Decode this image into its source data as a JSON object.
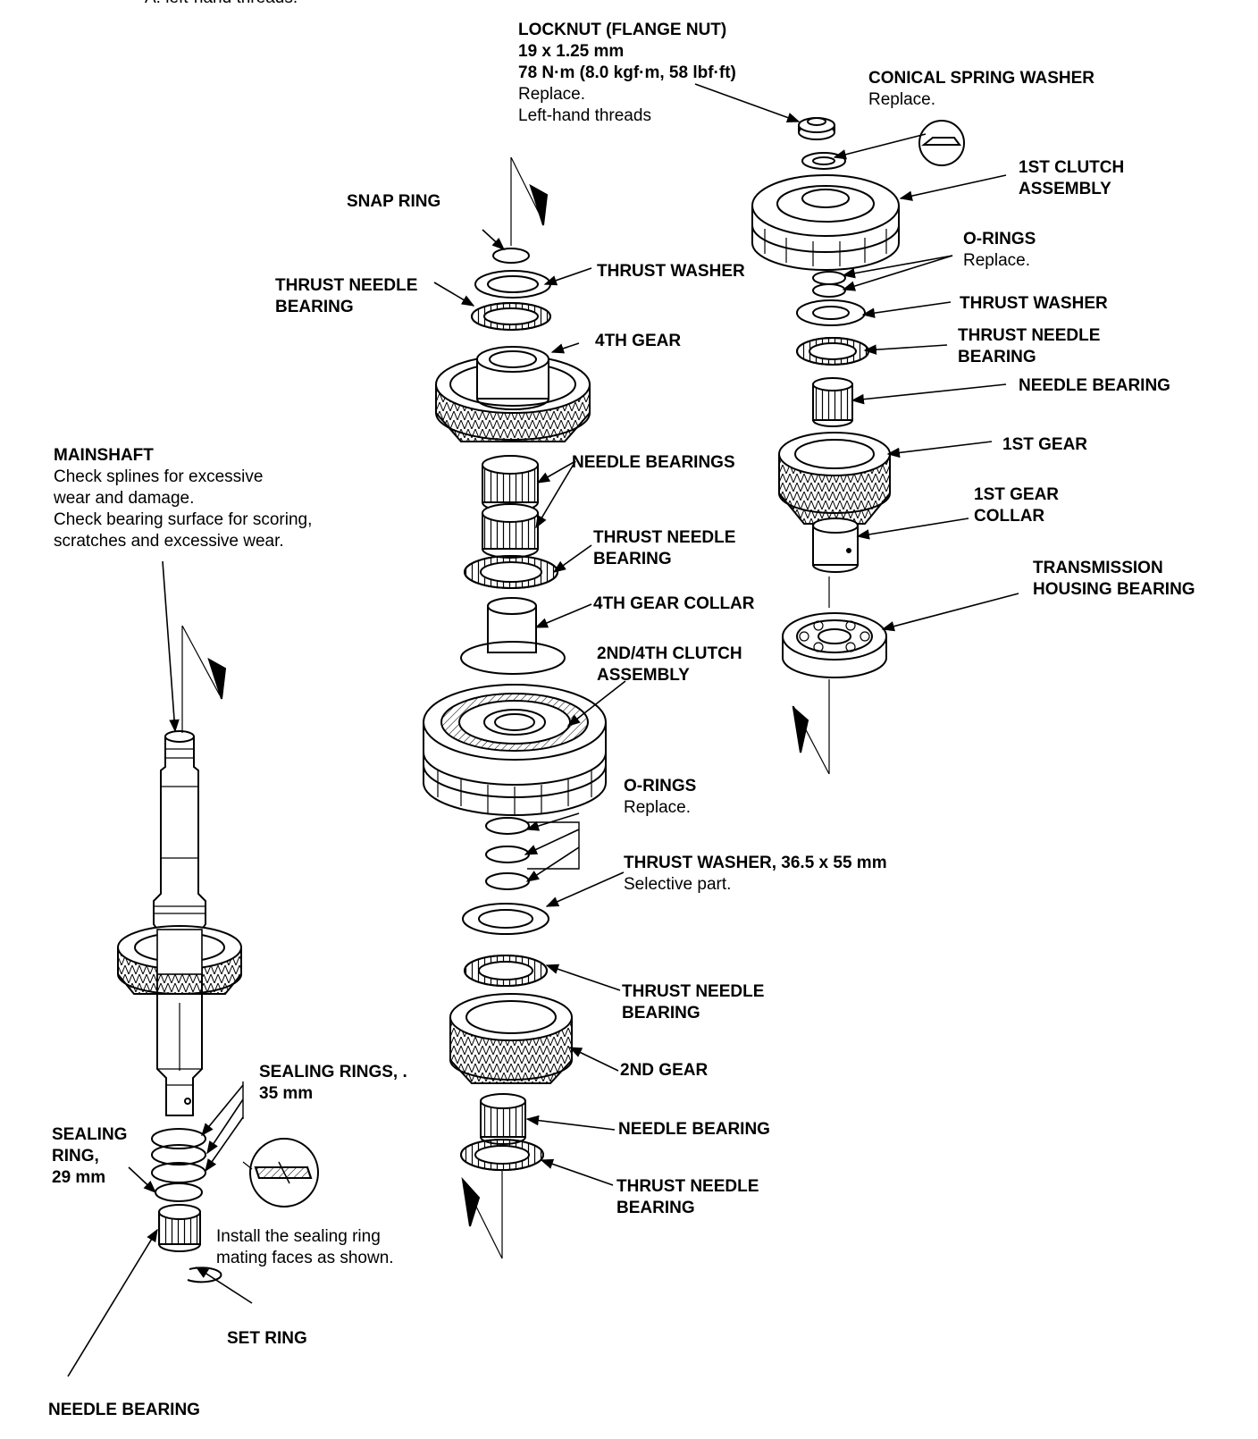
{
  "header": {
    "top_fragment": "A: left-hand threads."
  },
  "labels": {
    "locknut": {
      "title": "LOCKNUT (FLANGE NUT)",
      "size": "19 x 1.25 mm",
      "torque": "78 N·m (8.0 kgf·m, 58 lbf·ft)",
      "note1": "Replace.",
      "note2": "Left-hand threads"
    },
    "conical_washer": {
      "title": "CONICAL SPRING WASHER",
      "note": "Replace."
    },
    "first_clutch": {
      "line1": "1ST CLUTCH",
      "line2": "ASSEMBLY"
    },
    "snap_ring": {
      "title": "SNAP RING"
    },
    "thrust_needle_bearing_a": {
      "line1": "THRUST NEEDLE",
      "line2": "BEARING"
    },
    "thrust_washer_a": {
      "title": "THRUST WASHER"
    },
    "o_rings_a": {
      "title": "O-RINGS",
      "note": "Replace."
    },
    "thrust_washer_b": {
      "title": "THRUST WASHER"
    },
    "fourth_gear": {
      "title": "4TH GEAR"
    },
    "thrust_needle_bearing_b": {
      "line1": "THRUST NEEDLE",
      "line2": "BEARING"
    },
    "needle_bearing_a": {
      "title": "NEEDLE BEARING"
    },
    "mainshaft": {
      "title": "MAINSHAFT",
      "n1": "Check splines for excessive",
      "n2": "wear and damage.",
      "n3": "Check bearing surface for scoring,",
      "n4": "scratches and excessive wear."
    },
    "needle_bearings": {
      "title": "NEEDLE BEARINGS"
    },
    "first_gear": {
      "title": "1ST GEAR"
    },
    "first_gear_collar": {
      "line1": "1ST GEAR",
      "line2": "COLLAR"
    },
    "thrust_needle_bearing_c": {
      "line1": "THRUST NEEDLE",
      "line2": "BEARING"
    },
    "transmission_housing_bearing": {
      "line1": "TRANSMISSION",
      "line2": "HOUSING BEARING"
    },
    "fourth_gear_collar": {
      "title": "4TH GEAR COLLAR"
    },
    "second_fourth_clutch": {
      "line1": "2ND/4TH CLUTCH",
      "line2": "ASSEMBLY"
    },
    "o_rings_b": {
      "title": "O-RINGS",
      "note": "Replace."
    },
    "thrust_washer_c": {
      "title": "THRUST WASHER, 36.5 x 55 mm",
      "note": "Selective part."
    },
    "thrust_needle_bearing_d": {
      "line1": "THRUST NEEDLE",
      "line2": "BEARING"
    },
    "second_gear": {
      "title": "2ND GEAR"
    },
    "sealing_rings": {
      "line1": "SEALING RINGS,  .",
      "line2": "35 mm"
    },
    "sealing_ring": {
      "line1": "SEALING",
      "line2": "RING,",
      "line3": "29 mm"
    },
    "needle_bearing_b": {
      "title": "NEEDLE BEARING"
    },
    "install_note": {
      "line1": "Install the sealing ring",
      "line2": "mating faces as shown."
    },
    "thrust_needle_bearing_e": {
      "line1": "THRUST NEEDLE",
      "line2": "BEARING"
    },
    "set_ring": {
      "title": "SET RING"
    },
    "needle_bearing_c": {
      "title": "NEEDLE BEARING"
    }
  }
}
